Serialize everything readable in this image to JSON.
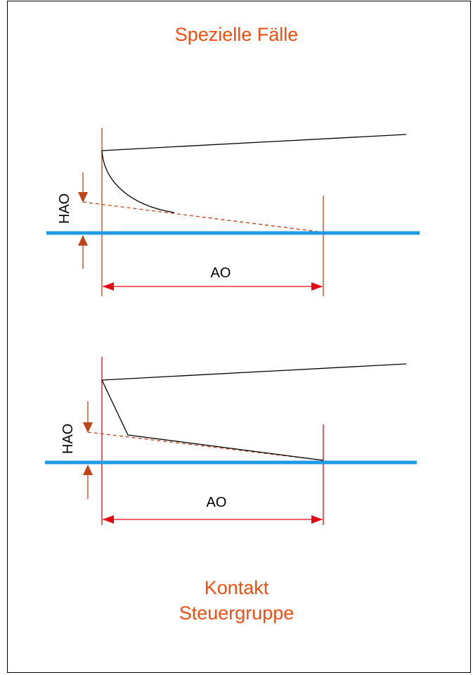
{
  "title": "Spezielle Fälle",
  "footer": {
    "line1": "Kontakt",
    "line2": "Steuergruppe"
  },
  "diagrams": [
    {
      "id": "curved-case",
      "height_label": "HAO",
      "length_label": "AO"
    },
    {
      "id": "angular-case",
      "height_label": "HAO",
      "length_label": "AO"
    }
  ],
  "colors": {
    "title": "#f24d12",
    "frame": "#000000",
    "reference_line": "#1f9be6",
    "dimension": "#e30613",
    "marker": "#c0441a",
    "profile": "#000000"
  }
}
